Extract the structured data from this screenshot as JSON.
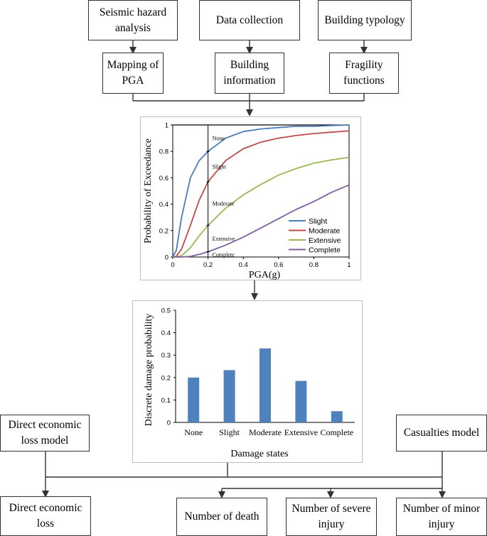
{
  "inputs": [
    {
      "label": "Seismic hazard\nanalysis"
    },
    {
      "label": "Data collection"
    },
    {
      "label": "Building typology"
    }
  ],
  "derived": [
    {
      "label": "Mapping of\nPGA"
    },
    {
      "label": "Building\ninformation"
    },
    {
      "label": "Fragility\nfunctions"
    }
  ],
  "models": {
    "economic": "Direct economic\nloss model",
    "casualties": "Casualties model"
  },
  "outputs": {
    "economic_loss": "Direct economic\nloss",
    "death": "Number of death",
    "severe": "Number of severe\ninjury",
    "minor": "Number of minor\ninjury"
  },
  "chart_data": [
    {
      "type": "line",
      "xlabel": "PGA(g)",
      "ylabel": "Probability of Exceedance",
      "xlim": [
        0,
        1
      ],
      "ylim": [
        0,
        1
      ],
      "xticks": [
        "0",
        "0.2",
        "0.4",
        "0.6",
        "0.8",
        "1"
      ],
      "yticks": [
        "0",
        "0.2",
        "0.4",
        "0.6",
        "0.8",
        "1"
      ],
      "legend_position": "bottom-right",
      "x": [
        0,
        0.02,
        0.05,
        0.1,
        0.15,
        0.2,
        0.3,
        0.4,
        0.5,
        0.6,
        0.7,
        0.8,
        0.9,
        1.0
      ],
      "series": [
        {
          "name": "Slight",
          "color": "#4a7ebb",
          "values": [
            0,
            0.05,
            0.3,
            0.6,
            0.73,
            0.8,
            0.9,
            0.95,
            0.97,
            0.98,
            0.99,
            0.99,
            0.995,
            1.0
          ]
        },
        {
          "name": "Moderate",
          "color": "#be4b48",
          "values": [
            0,
            0.005,
            0.06,
            0.24,
            0.43,
            0.57,
            0.73,
            0.82,
            0.87,
            0.9,
            0.92,
            0.935,
            0.945,
            0.955
          ]
        },
        {
          "name": "Extensive",
          "color": "#98b954",
          "values": [
            0,
            0,
            0.01,
            0.07,
            0.16,
            0.24,
            0.37,
            0.47,
            0.55,
            0.62,
            0.67,
            0.71,
            0.735,
            0.755
          ]
        },
        {
          "name": "Complete",
          "color": "#7d60a0",
          "values": [
            0,
            0,
            0,
            0.005,
            0.02,
            0.04,
            0.09,
            0.15,
            0.22,
            0.29,
            0.36,
            0.42,
            0.49,
            0.545
          ]
        }
      ],
      "annotations": [
        {
          "label": "None",
          "x": 0.2,
          "y_from": 1.0,
          "y_to": 0.8
        },
        {
          "label": "Slight",
          "x": 0.2,
          "y_from": 0.8,
          "y_to": 0.57
        },
        {
          "label": "Moderate",
          "x": 0.2,
          "y_from": 0.57,
          "y_to": 0.24
        },
        {
          "label": "Extensive",
          "x": 0.2,
          "y_from": 0.24,
          "y_to": 0.04
        },
        {
          "label": "Complete",
          "x": 0.2,
          "y_from": 0.04,
          "y_to": 0
        }
      ]
    },
    {
      "type": "bar",
      "xlabel": "Damage states",
      "ylabel": "Discrete damage probability",
      "ylim": [
        0,
        0.5
      ],
      "yticks": [
        "0",
        "0.1",
        "0.2",
        "0.3",
        "0.4",
        "0.5"
      ],
      "categories": [
        "None",
        "Slight",
        "Moderate",
        "Extensive",
        "Complete"
      ],
      "values": [
        0.2,
        0.233,
        0.33,
        0.185,
        0.05
      ],
      "color": "#4f81bd"
    }
  ]
}
